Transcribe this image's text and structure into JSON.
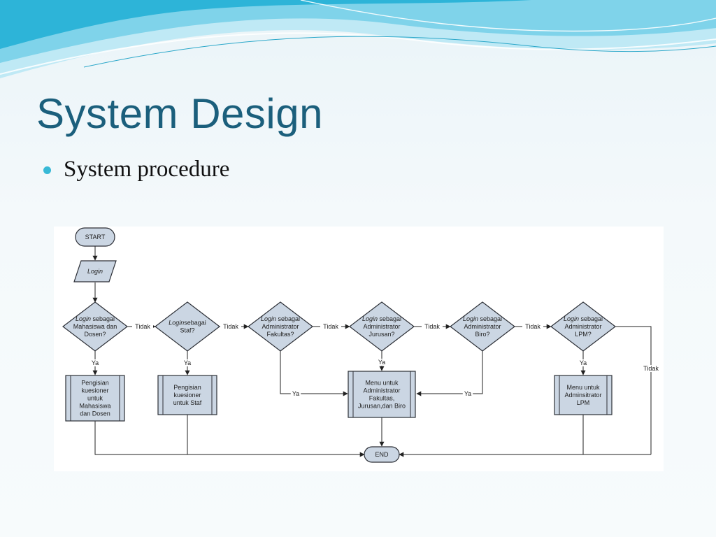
{
  "slide": {
    "title": "System Design",
    "bullet": "System procedure"
  },
  "colors": {
    "title": "#1b5f7c",
    "bullet": "#38b9d6",
    "shape_fill": "#cbd6e3",
    "shape_stroke": "#2c2f36",
    "wave_light": "#bfe9f5",
    "wave_dark": "#2db4d8"
  },
  "flowchart": {
    "start": "START",
    "end": "END",
    "input": "Login",
    "decisions": [
      {
        "italic": "Login",
        "lines": [
          " sebagai",
          "Mahasiswa dan",
          "Dosen?"
        ]
      },
      {
        "italic": "Login",
        "lines": [
          "sebagai",
          "Staf?"
        ]
      },
      {
        "italic": "Login",
        "lines": [
          " sebagai",
          "Administrator",
          "Fakultas?"
        ]
      },
      {
        "italic": "Login",
        "lines": [
          " sebagai",
          "Administrator",
          "Jurusan?"
        ]
      },
      {
        "italic": "Login",
        "lines": [
          " sebagai",
          "Administrator",
          "Biro?"
        ]
      },
      {
        "italic": "Login",
        "lines": [
          " sebagai",
          "Administrator",
          "LPM?"
        ]
      }
    ],
    "processes": [
      {
        "lines": [
          "Pengisian",
          "kuesioner",
          "untuk",
          "Mahasiswa",
          "dan Dosen"
        ]
      },
      {
        "lines": [
          "Pengisian",
          "kuesioner",
          "untuk Staf"
        ]
      },
      {
        "lines": [
          "Menu untuk",
          "Administrator",
          "Fakultas,",
          "Jurusan,dan Biro"
        ]
      },
      {
        "lines": [
          "Menu untuk",
          "Adminsitrator",
          "LPM"
        ]
      }
    ],
    "labels": {
      "yes": "Ya",
      "no": "Tidak"
    }
  }
}
